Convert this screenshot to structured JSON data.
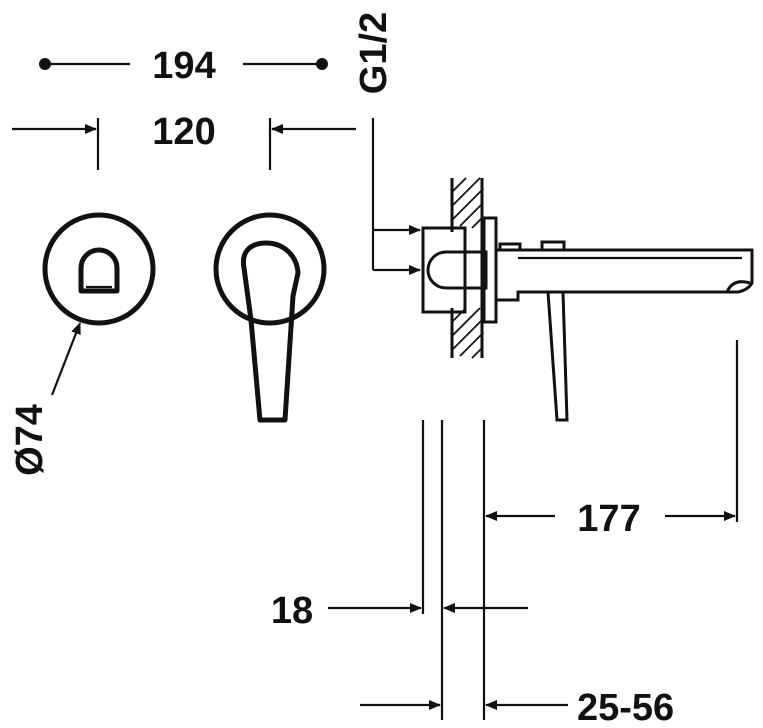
{
  "dimensions": {
    "total_width": "194",
    "plate_spacing": "120",
    "thread": "G1/2",
    "diameter": "Ø74",
    "spout_projection": "177",
    "plate_thickness": "18",
    "wall_range": "25-56"
  }
}
